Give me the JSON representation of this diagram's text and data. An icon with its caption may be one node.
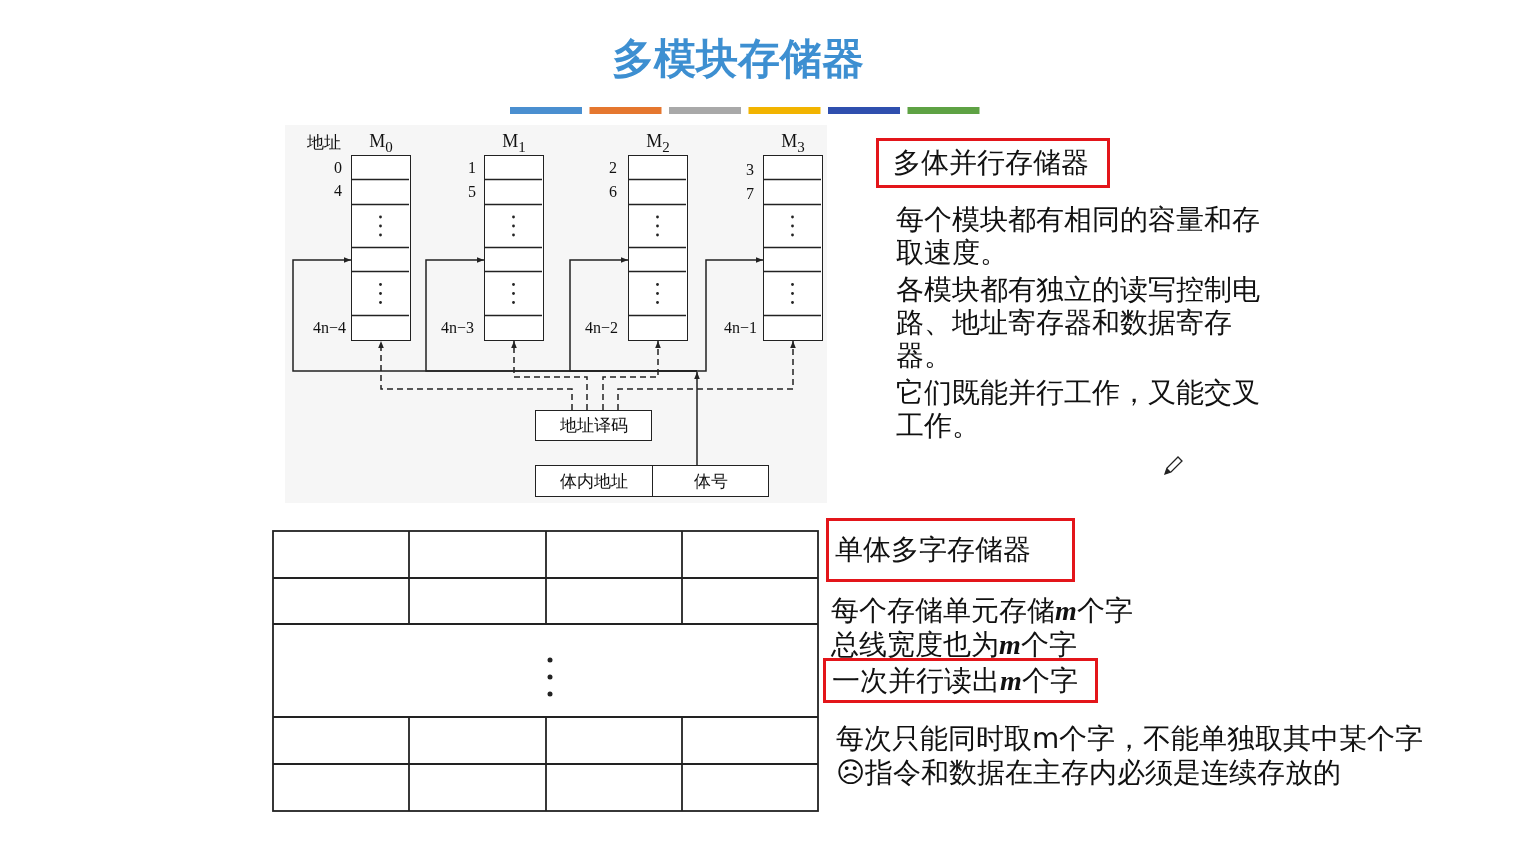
{
  "diagram": {
    "title": "多模块存储器",
    "nodes": [
      {
        "text": [
          "M$_{0}$"
        ],
        "beside": [
          "0",
          "4",
          "4n−4"
        ]
      },
      {
        "text": [
          "M$_{1}$"
        ],
        "beside": [
          "1",
          "5",
          "4n−3"
        ]
      },
      {
        "text": [
          "M$_{2}$"
        ],
        "beside": [
          "2",
          "6",
          "4n−2"
        ]
      },
      {
        "text": [
          "M$_{3}$"
        ],
        "beside": [
          "3",
          "7",
          "4n−1"
        ]
      },
      {
        "text": [
          "地址译码"
        ]
      },
      {
        "text": [
          "体内地址"
        ]
      },
      {
        "text": [
          "体号"
        ]
      },
      {
        "text": [
          "多体并行存储器"
        ]
      },
      {
        "text": [
          "单体多字存储器"
        ]
      },
      {
        "text": [
          "一次并行读出**m**个字"
        ]
      }
    ],
    "edges": [
      {
        "from": 6,
        "to": 0,
        "arrow": "to"
      },
      {
        "from": 6,
        "to": 1,
        "arrow": "to"
      },
      {
        "from": 6,
        "to": 2,
        "arrow": "to"
      },
      {
        "from": 6,
        "to": 3,
        "arrow": "to"
      },
      {
        "from": 4,
        "to": 0,
        "arrow": "to",
        "style": "dashed"
      },
      {
        "from": 4,
        "to": 1,
        "arrow": "to",
        "style": "dashed"
      },
      {
        "from": 4,
        "to": 2,
        "arrow": "to",
        "style": "dashed"
      },
      {
        "from": 4,
        "to": 3,
        "arrow": "to",
        "style": "dashed"
      }
    ],
    "labels": [
      "地址",
      "每个模块都有相同的容量和存取速度。",
      "各模块都有独立的读写控制电路、地址寄存器和数据寄存器。",
      "它们既能并行工作，又能交叉工作。",
      "每个存储单元存储**m**个字",
      "总线宽度也为**m**个字",
      "每次只能同时取m个字，不能单独取其中某个字",
      "☹指令和数据在主存内必须是连续存放的"
    ]
  }
}
